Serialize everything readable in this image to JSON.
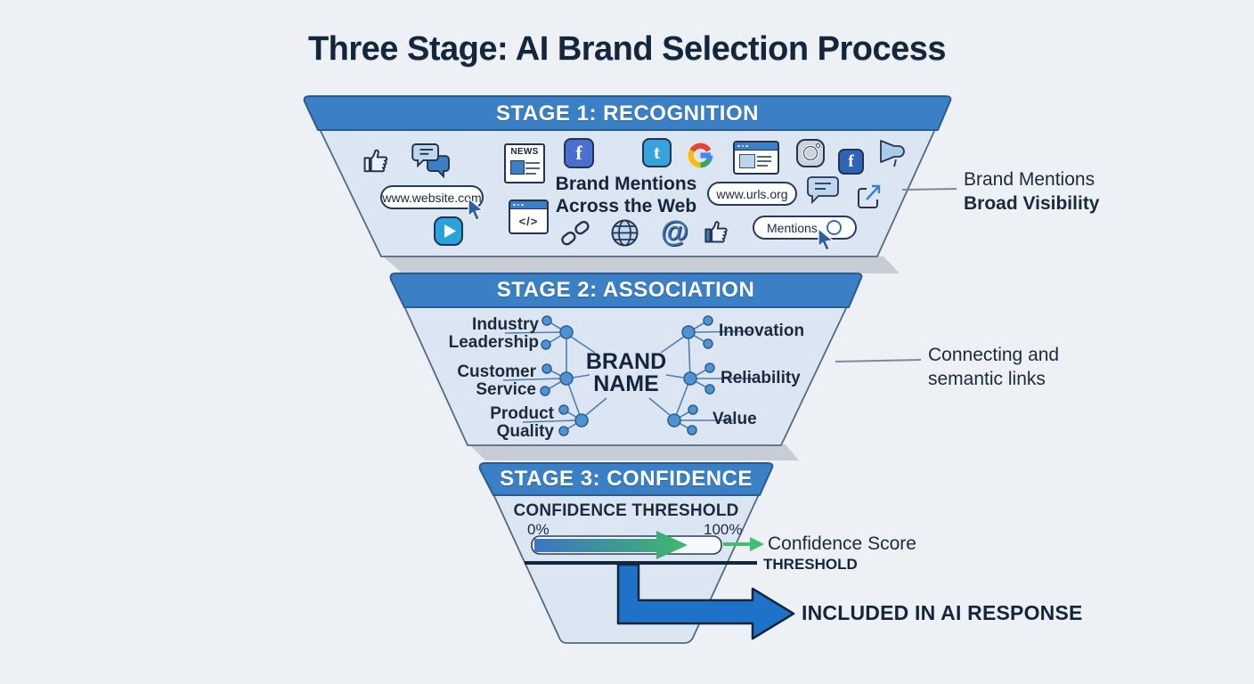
{
  "title": "Three Stage: AI Brand Selection Process",
  "colors": {
    "header_blue": "#3b80c5",
    "body_blue": "#dbe6f2",
    "navy": "#16283f",
    "arrow_blue": "#1e72c8",
    "green": "#3fbf6f",
    "bar_gradient_start": "#3e74c4",
    "bar_gradient_end": "#3fb96d",
    "background": "#edf0f4"
  },
  "stage1": {
    "header": "STAGE 1: RECOGNITION",
    "center_line1": "Brand Mentions",
    "center_line2": "Across the Web",
    "pill_website": "www.website.com",
    "pill_urls": "www.urls.org",
    "pill_mentions": "Mentions",
    "news_label": "NEWS",
    "code_label": "</>",
    "facebook_letter": "f",
    "tumblr_letter": "t",
    "google_letter": "G",
    "at_symbol": "@",
    "annotation_line1": "Brand Mentions",
    "annotation_line2": "Broad Visibility"
  },
  "stage2": {
    "header": "STAGE 2: ASSOCIATION",
    "center_line1": "BRAND",
    "center_line2": "NAME",
    "left_labels": [
      {
        "line1": "Industry",
        "line2": "Leadership"
      },
      {
        "line1": "Customer",
        "line2": "Service"
      },
      {
        "line1": "Product",
        "line2": "Quality"
      }
    ],
    "right_labels": [
      {
        "label": "Innovation"
      },
      {
        "label": "Reliability"
      },
      {
        "label": "Value"
      }
    ],
    "annotation_line1": "Connecting and",
    "annotation_line2": "semantic links"
  },
  "stage3": {
    "header": "STAGE 3: CONFIDENCE",
    "bar_title": "CONFIDENCE THRESHOLD",
    "pct_left": "0%",
    "pct_right": "100%",
    "score_label": "Confidence Score",
    "threshold_label": "THRESHOLD",
    "result_label": "INCLUDED IN AI RESPONSE"
  }
}
